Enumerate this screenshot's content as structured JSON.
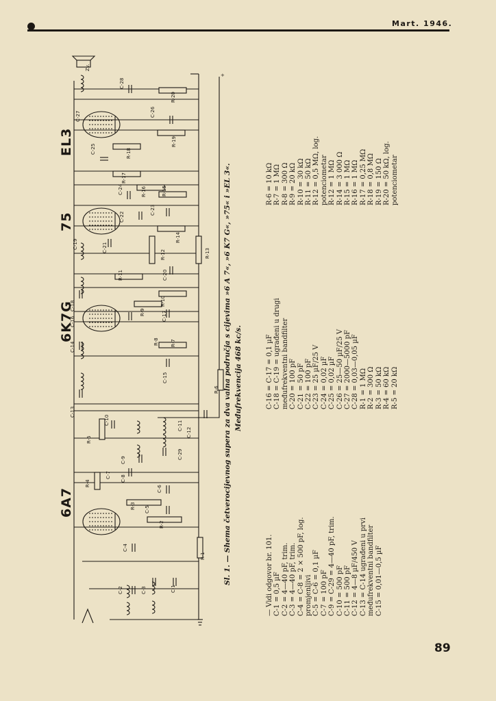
{
  "header": {
    "date": "Mart. 1946."
  },
  "page_number": "89",
  "tube_labels": [
    "6A7",
    "6K7G",
    "75",
    "EL3"
  ],
  "caption": {
    "line1": "Sl. 1. — Shema četverocijevnog supera za dva valna područja s cijevima »6 A 7«, »6 K7 G«, »75« i »EL 3«.",
    "line2": "Međufrekvencija 468 kc/s."
  },
  "parts_columns": [
    {
      "items": [
        "— Vidi odgovor br. 101.",
        "",
        "C-1 = 0,5 µF",
        "C-2 = 4—40 pF, trim.",
        "C-3 = 4—40 pF, trim.",
        "C-4 = C-8 = 2 × 500 pF, log.",
        "promjenljivi",
        "",
        "C-5 = C-6 = 0,1 µF",
        "C-7 = 100 pF",
        "C-9 = C-29 = 4—40 pF, trim.",
        "C-10 = 500 pF",
        "C-11 = 500 pF",
        "C-12 = 4—8 µF/450 V",
        "C-13 = C-14 ugrađeni u prvi",
        "međufrekventni bandfilter",
        "",
        "C-15 = 0,01—0,5 µF"
      ]
    },
    {
      "items": [
        "C-16 = C-17 = 0,1 µF",
        "C-18 = C-19 = ugrađeni u drugi",
        "međufrekventni bandfilter",
        "",
        "C-20 = 100 pF",
        "C-21 = 50 pF",
        "C-22 = 100 pF",
        "C-23 = 25 µF/25 V",
        "C-24 = 0,02 µF",
        "C-25 = 0,02 µF",
        "C-26 = 25—50 µF/25 V",
        "C-27 = 2000—5000 pF",
        "C-28 = 0,03—0,05 µF",
        "R-1 = 1 MΩ",
        "R-2 = 300 Ω",
        "R-3 = 50 kΩ",
        "R-4 = 60 kΩ",
        "R-5 = 20 kΩ"
      ]
    },
    {
      "items": [
        "R-6 = 10 kΩ",
        "R-7 = 1 MΩ",
        "R-8 = 300 Ω",
        "R-9 = 20 kΩ",
        "R-10 = 30 kΩ",
        "R-11 = 50 kΩ",
        "R-12 = 0,5 MΩ, log.",
        "potenciometar",
        "R-12 = 1 MΩ",
        "R-14 = 3 000 Ω",
        "R-15 = 1 MΩ",
        "R-16 = 1 MΩ",
        "R-17 = 0,25 MΩ",
        "R-18 = 0,8 MΩ",
        "R-19 = 150 Ω",
        "R-20 = 50 kΩ, log.",
        "potenciometar"
      ]
    }
  ],
  "schematic": {
    "supply_sign": "+",
    "speaker_label": "Zv.",
    "component_labels": [
      {
        "text": "C-1"
      },
      {
        "text": "C-2"
      },
      {
        "text": "C-3"
      },
      {
        "text": "C-4"
      },
      {
        "text": "R-1"
      },
      {
        "text": "R-2"
      },
      {
        "text": "C-5"
      },
      {
        "text": "R-3"
      },
      {
        "text": "C-6"
      },
      {
        "text": "C-7"
      },
      {
        "text": "C-8"
      },
      {
        "text": "R-4"
      },
      {
        "text": "C-9"
      },
      {
        "text": "C-29"
      },
      {
        "text": "R-5"
      },
      {
        "text": "C-10"
      },
      {
        "text": "C-11"
      },
      {
        "text": "C-12"
      },
      {
        "text": "C-13"
      },
      {
        "text": "R-6"
      },
      {
        "text": "C-15"
      },
      {
        "text": "C-14"
      },
      {
        "text": "R-7"
      },
      {
        "text": "R-8"
      },
      {
        "text": "C-16"
      },
      {
        "text": "R-9"
      },
      {
        "text": "C-18"
      },
      {
        "text": "C-17"
      },
      {
        "text": "R-10"
      },
      {
        "text": "C-20"
      },
      {
        "text": "R-11"
      },
      {
        "text": "C-19"
      },
      {
        "text": "R-12"
      },
      {
        "text": "C-21"
      },
      {
        "text": "R-13"
      },
      {
        "text": "R-14"
      },
      {
        "text": "C-22"
      },
      {
        "text": "C-23"
      },
      {
        "text": "R-15"
      },
      {
        "text": "R-16"
      },
      {
        "text": "C-24"
      },
      {
        "text": "R-17"
      },
      {
        "text": "R-18"
      },
      {
        "text": "C-25"
      },
      {
        "text": "R-19"
      },
      {
        "text": "C-26"
      },
      {
        "text": "C-27"
      },
      {
        "text": "R-20"
      },
      {
        "text": "C-28"
      }
    ]
  }
}
